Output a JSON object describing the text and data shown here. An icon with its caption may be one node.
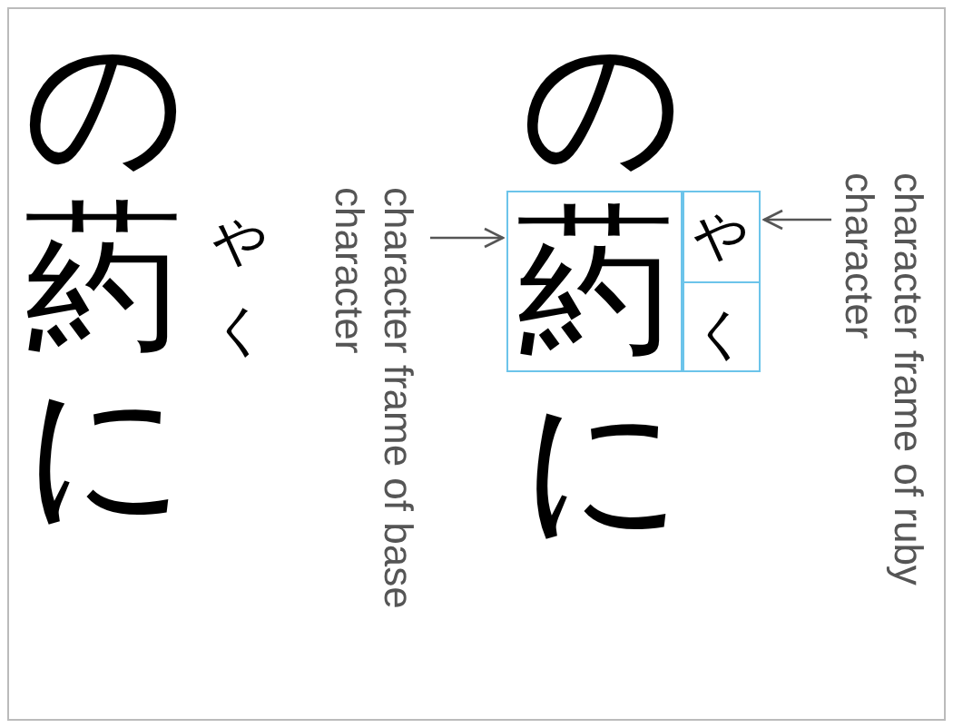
{
  "diagram": {
    "nodes": [
      {
        "text": [
          "character frame of ruby character"
        ]
      },
      {
        "text": [
          "やく"
        ]
      },
      {
        "text": [
          "葯"
        ]
      },
      {
        "text": [
          "character frame of base character"
        ]
      }
    ],
    "edges": [
      {
        "from": 0,
        "to": 1,
        "arrow": "to"
      },
      {
        "from": 3,
        "to": 2,
        "arrow": "to"
      }
    ],
    "labels": [
      "の",
      "葯",
      "やく",
      "に",
      "の",
      "に"
    ]
  }
}
